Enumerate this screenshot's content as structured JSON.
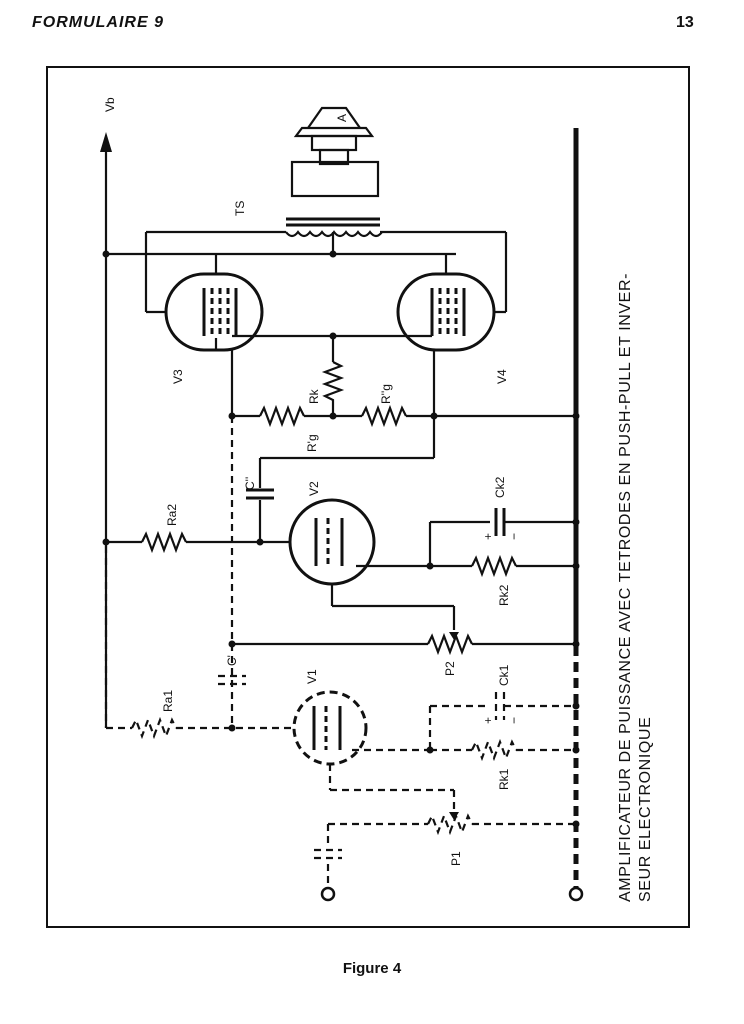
{
  "header": {
    "title": "FORMULAIRE 9",
    "page_number": "13"
  },
  "caption": "Figure 4",
  "diagram": {
    "title_line1": "AMPLIFICATEUR DE PUISSANCE AVEC TETRODES EN PUSH-PULL ET INVER-",
    "title_line2": "SEUR ELECTRONIQUE",
    "labels": {
      "vb": "Vb",
      "a": "A",
      "ts": "TS",
      "v3": "V3",
      "v4": "V4",
      "rk": "Rk",
      "rg1": "R'g",
      "rg2": "R''g",
      "c2": "C''",
      "v2": "V2",
      "ra2": "Ra2",
      "ck2": "Ck2",
      "rk2": "Rk2",
      "p2": "P2",
      "c1": "C'",
      "v1": "V1",
      "ra1": "Ra1",
      "ck1": "Ck1",
      "rk1": "Rk1",
      "p1": "P1",
      "plus": "+",
      "minus": "−"
    }
  }
}
